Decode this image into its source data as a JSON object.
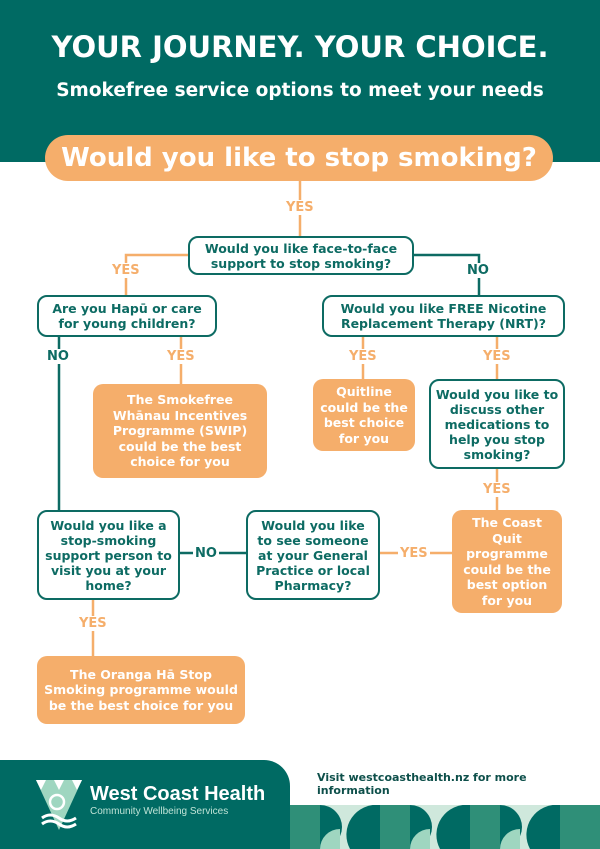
{
  "header": {
    "title": "YOUR JOURNEY. YOUR CHOICE.",
    "subtitle": "Smokefree service options to meet your needs"
  },
  "start": "Would you like to stop smoking?",
  "questions": {
    "face_to_face": "Would you like face-to-face support to stop smoking?",
    "hapu": "Are you Hapū or care for young children?",
    "nrt": "Would you like FREE Nicotine Replacement Therapy (NRT)?",
    "medications": "Would you like to discuss other medications to help you stop smoking?",
    "support_person": "Would you like a stop-smoking support person to visit you at your home?",
    "gp_pharmacy": "Would you like to see someone at your General Practice or local Pharmacy?"
  },
  "outcomes": {
    "swip": "The Smokefree Whānau Incentives Programme (SWIP) could be the best choice for you",
    "quitline": "Quitline could be the best choice for you",
    "coast_quit": "The Coast Quit programme could be the best option for you",
    "oranga_ha": "The Oranga Hā Stop Smoking programme would be the best choice for you"
  },
  "labels": {
    "yes": "YES",
    "no": "NO"
  },
  "footer": {
    "brand": "West Coast Health",
    "brand_sub": "Community Wellbeing Services",
    "visit": "Visit westcoasthealth.nz for more information"
  },
  "colors": {
    "teal": "#006a63",
    "orange": "#f5ae6b"
  }
}
